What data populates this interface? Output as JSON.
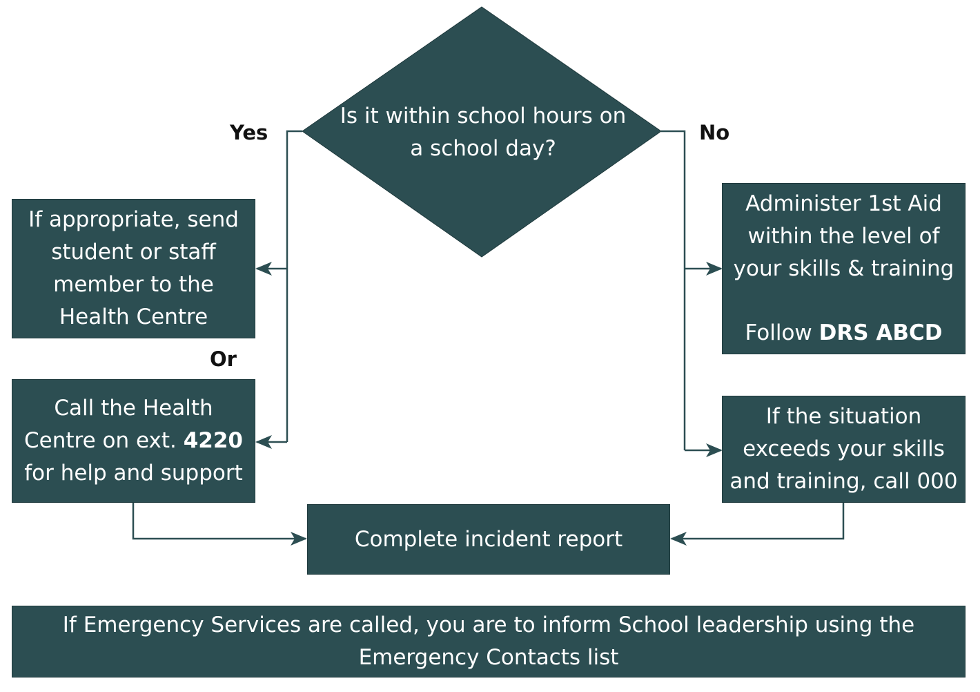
{
  "decision": {
    "line1": "Is it within school hours on",
    "line2": "a school day?"
  },
  "labels": {
    "yes": "Yes",
    "no": "No",
    "or": "Or"
  },
  "boxes": {
    "send_to_health_centre": {
      "line1": "If appropriate, send",
      "line2": "student or staff",
      "line3": "member to the",
      "line4": "Health Centre"
    },
    "call_health_centre": {
      "line1": "Call the Health",
      "line2_prefix": "Centre on ext. ",
      "line2_ext": "4220",
      "line3": "for help and support"
    },
    "administer_first_aid": {
      "line1": "Administer 1st Aid",
      "line2": "within the level of",
      "line3": "your skills & training",
      "line4_prefix": "Follow ",
      "line4_bold": "DRS ABCD"
    },
    "call_000": {
      "line1": "If the situation",
      "line2": "exceeds your skills",
      "line3": "and training, call 000"
    },
    "incident_report": {
      "text": "Complete incident report"
    },
    "emergency_notice": {
      "line1": "If Emergency Services are called, you are to inform School leadership using the",
      "line2": "Emergency Contacts list"
    }
  },
  "colors": {
    "box_fill": "#2c4e52",
    "box_text": "#ffffff",
    "connector": "#2c4e52",
    "label_text": "#111111"
  }
}
